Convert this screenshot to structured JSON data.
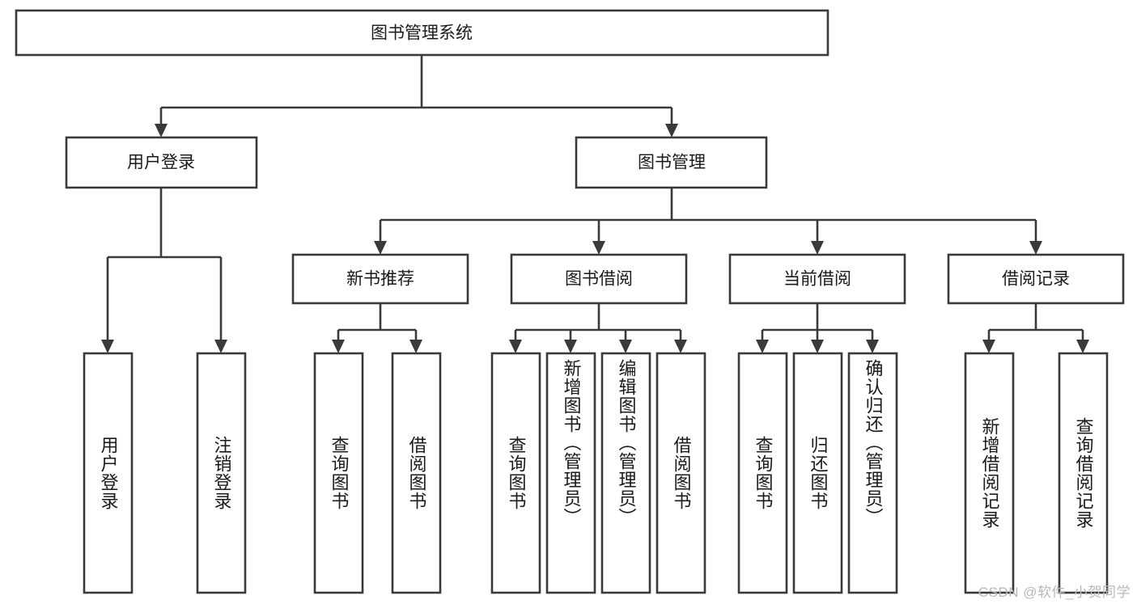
{
  "diagram": {
    "title": "图书管理系统",
    "type": "tree-hierarchy",
    "colors": {
      "stroke": "#3a3a3a",
      "fill": "#ffffff",
      "text": "#1a1a1a",
      "watermark": "#b9b9b9",
      "background": "#ffffff"
    },
    "root": {
      "label": "图书管理系统"
    },
    "level2": [
      {
        "label": "用户登录"
      },
      {
        "label": "图书管理"
      }
    ],
    "level3": [
      {
        "label": "新书推荐"
      },
      {
        "label": "图书借阅"
      },
      {
        "label": "当前借阅"
      },
      {
        "label": "借阅记录"
      }
    ],
    "leaves": {
      "user_login": [
        {
          "label": "用户登录"
        },
        {
          "label": "注销登录"
        }
      ],
      "new_book_recommend": [
        {
          "label": "查询图书"
        },
        {
          "label": "借阅图书"
        }
      ],
      "book_borrow": [
        {
          "label": "查询图书"
        },
        {
          "label": "新增图书（管理员）"
        },
        {
          "label": "编辑图书（管理员）"
        },
        {
          "label": "借阅图书"
        }
      ],
      "current_borrow": [
        {
          "label": "查询图书"
        },
        {
          "label": "归还图书"
        },
        {
          "label": "确认归还（管理员）"
        }
      ],
      "borrow_record": [
        {
          "label": "新增借阅记录"
        },
        {
          "label": "查询借阅记录"
        }
      ]
    }
  },
  "watermark": {
    "text": "CSDN @软件_小贺同学"
  }
}
